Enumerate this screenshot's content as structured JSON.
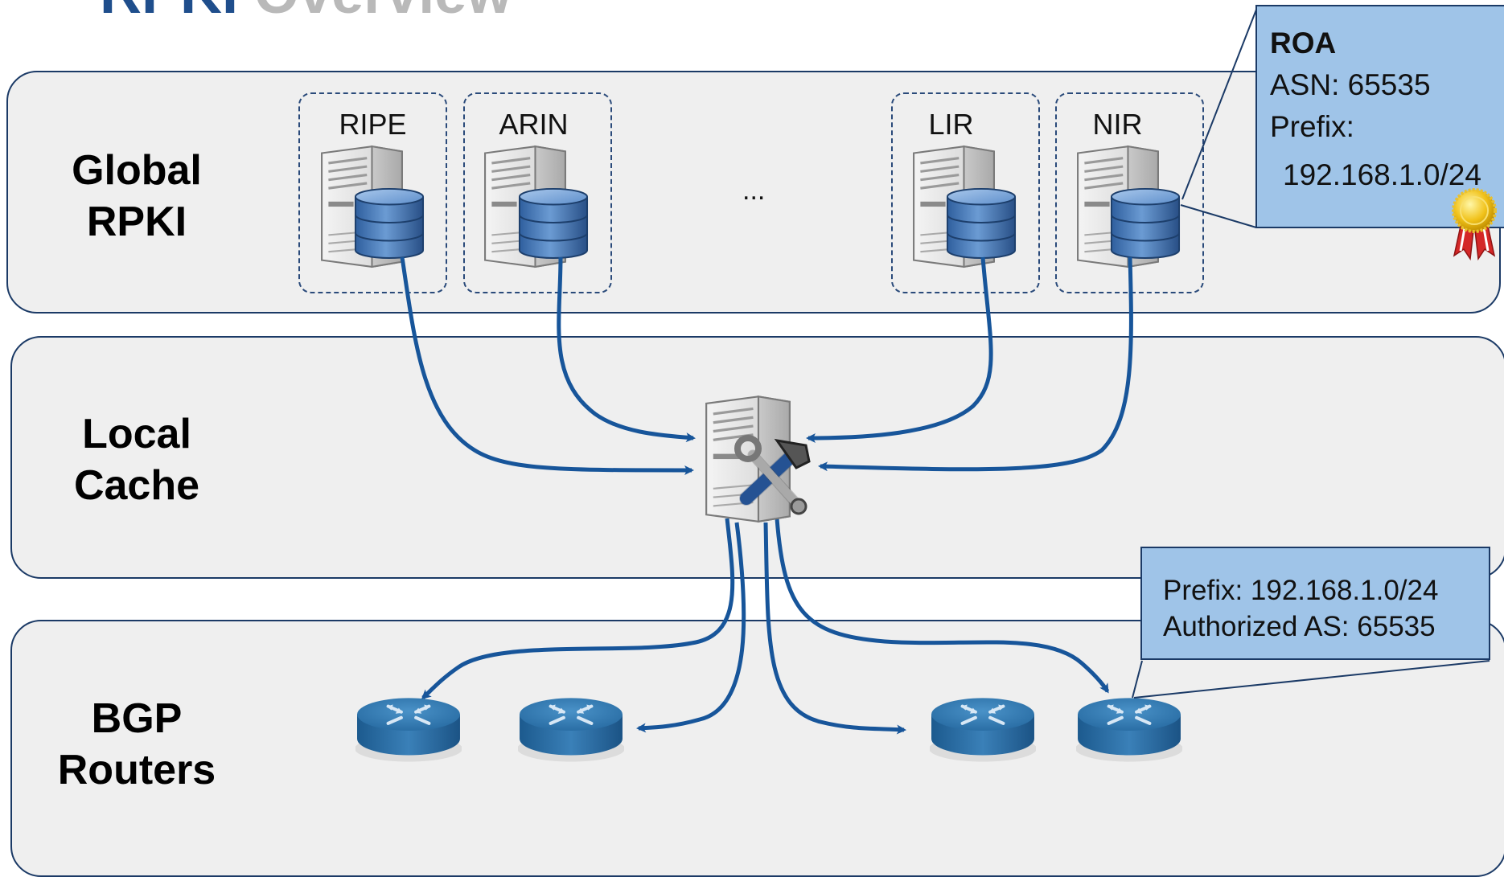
{
  "title": {
    "part1": "RPKI",
    "part2": "Overview"
  },
  "layers": {
    "global": {
      "line1": "Global",
      "line2": "RPKI"
    },
    "cache": {
      "line1": "Local",
      "line2": "Cache"
    },
    "routers": {
      "line1": "BGP",
      "line2": "Routers"
    }
  },
  "repositories": {
    "ripe": "RIPE",
    "arin": "ARIN",
    "ellipsis": "...",
    "lir": "LIR",
    "nir": "NIR"
  },
  "roa_callout": {
    "title": "ROA",
    "asn": "ASN: 65535",
    "prefix_label": "Prefix:",
    "prefix_value": "192.168.1.0/24"
  },
  "vrp_callout": {
    "prefix": "Prefix: 192.168.1.0/24",
    "authorized_as": "Authorized AS: 65535"
  },
  "colors": {
    "arrow": "#17559a",
    "band_fill": "#efefef",
    "band_border": "#1b3a66",
    "callout_fill": "#9fc4e8",
    "title_blue": "#1f4e8c",
    "title_gray": "#b9b9b9",
    "router": "#2d6fa3"
  },
  "icons": {
    "repository": "server-with-database-icon",
    "cache": "server-with-tools-icon",
    "router": "router-icon",
    "seal": "award-ribbon-icon"
  }
}
